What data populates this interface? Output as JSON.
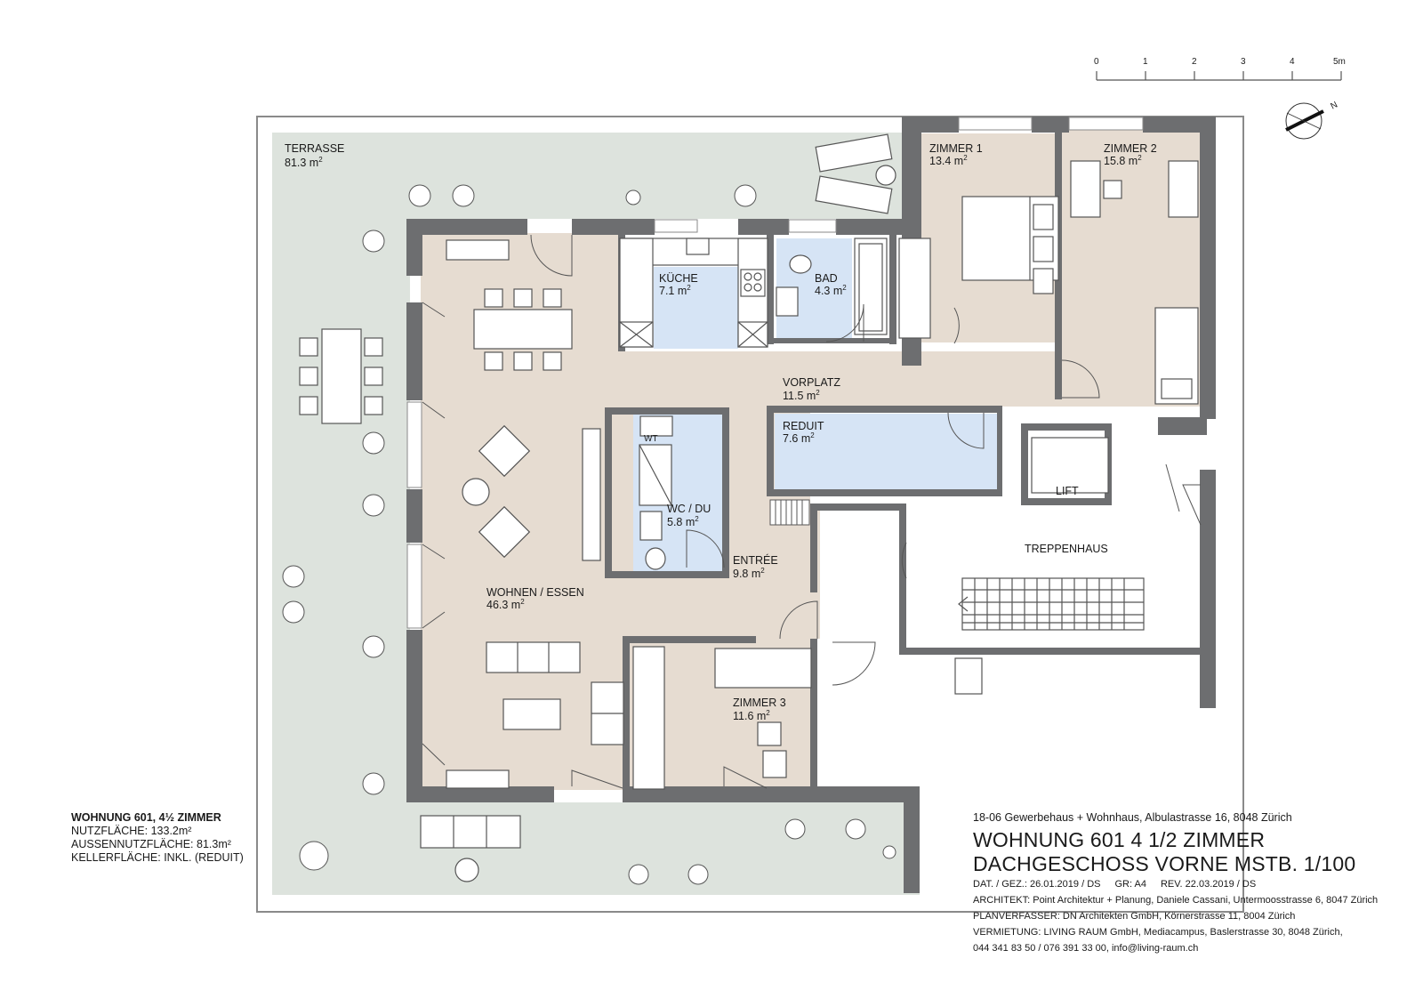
{
  "scale_bar": {
    "labels": [
      "0",
      "1",
      "2",
      "3",
      "4",
      "5m"
    ]
  },
  "north_label": "N",
  "rooms": {
    "terrasse": {
      "name": "TERRASSE",
      "area": "81.3 m"
    },
    "zimmer1": {
      "name": "ZIMMER 1",
      "area": "13.4 m"
    },
    "zimmer2": {
      "name": "ZIMMER 2",
      "area": "15.8 m"
    },
    "kueche": {
      "name": "KÜCHE",
      "area": "7.1 m"
    },
    "bad": {
      "name": "BAD",
      "area": "4.3 m"
    },
    "vorplatz": {
      "name": "VORPLATZ",
      "area": "11.5 m"
    },
    "reduit": {
      "name": "REDUIT",
      "area": "7.6 m"
    },
    "wcdu": {
      "name": "WC / DU",
      "area": "5.8 m"
    },
    "entree": {
      "name": "ENTRÉE",
      "area": "9.8 m"
    },
    "wohnen": {
      "name": "WOHNEN / ESSEN",
      "area": "46.3 m"
    },
    "zimmer3": {
      "name": "ZIMMER 3",
      "area": "11.6 m"
    },
    "lift": {
      "name": "LIFT"
    },
    "treppenhaus": {
      "name": "TREPPENHAUS"
    },
    "wt": {
      "name": "WT"
    }
  },
  "summary": {
    "title": "WOHNUNG 601, 4½ ZIMMER",
    "nutzflaeche": "NUTZFLÄCHE: 133.2m²",
    "aussennutzflaeche": "AUSSENNUTZFLÄCHE: 81.3m²",
    "kellerflaeche": "KELLERFLÄCHE: INKL. (REDUIT)"
  },
  "title_block": {
    "project": "18-06 Gewerbehaus + Wohnhaus, Albulastrasse 16, 8048 Zürich",
    "title_line1": "WOHNUNG 601 4 1/2 ZIMMER",
    "title_line2": "DACHGESCHOSS VORNE MSTB. 1/100",
    "date": "DAT. / GEZ.: 26.01.2019 / DS",
    "format": "GR: A4",
    "revision": "REV. 22.03.2019 / DS",
    "architekt": "ARCHITEKT: Point Architektur + Planung, Daniele Cassani, Untermoosstrasse 6, 8047 Zürich",
    "planverfasser": "PLANVERFASSER: DN Architekten GmbH, Körnerstrasse 11, 8004 Zürich",
    "vermietung": "VERMIETUNG: LIVING RAUM GmbH, Mediacampus, Baslerstrasse 30, 8048 Zürich,",
    "contact": "044 341 83 50 / 076 391 33 00, info@living-raum.ch"
  },
  "colors": {
    "wall": "#6d6e70",
    "terrace": "#dde3dd",
    "living": "#e6dcd1",
    "wet": "#d6e4f5",
    "furniture_stroke": "#555555"
  }
}
